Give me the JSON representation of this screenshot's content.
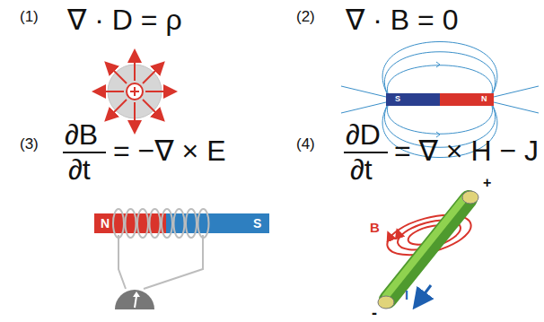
{
  "diagram": {
    "labels": [
      "(1)",
      "∇ · D = ρ",
      "(2)",
      "∇ · B = 0",
      "S",
      "N",
      "(3)",
      "∂B",
      "∂t",
      "= −∇ × E",
      "(4)",
      "∂D",
      "∂t",
      "= ∇ × H − J",
      "N",
      "S",
      "+",
      "B",
      "I",
      "-"
    ]
  }
}
